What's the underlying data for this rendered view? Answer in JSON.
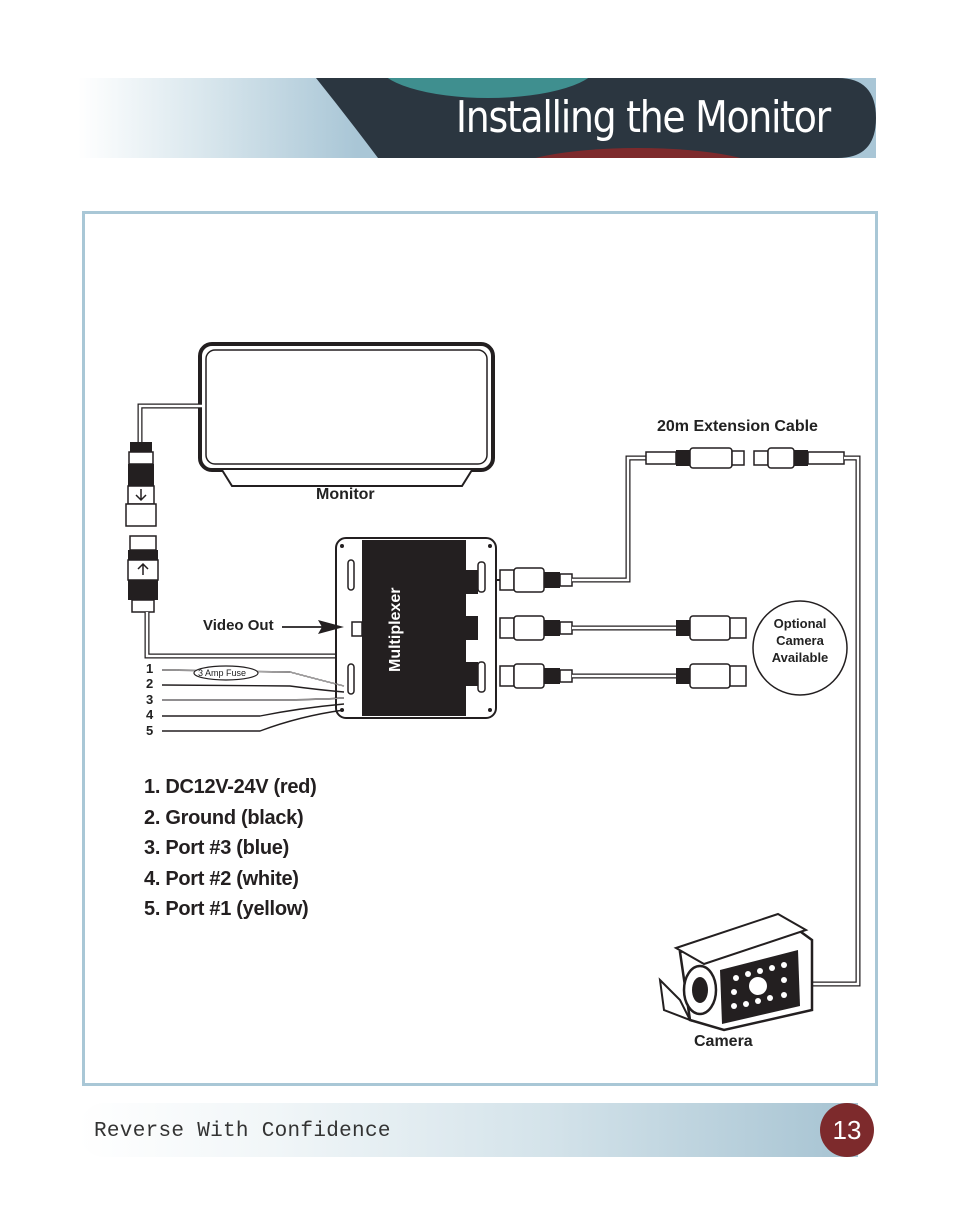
{
  "header": {
    "title": "Installing the Monitor"
  },
  "diagram": {
    "monitor_label": "Monitor",
    "multiplexer_label": "Multiplexer",
    "video_out_label": "Video Out",
    "extension_cable_label": "20m Extension Cable",
    "fuse_label": "3 Amp Fuse",
    "optional_camera_lines": [
      "Optional",
      "Camera",
      "Available"
    ],
    "camera_label": "Camera",
    "wire_numbers": [
      "1",
      "2",
      "3",
      "4",
      "5"
    ]
  },
  "legend": {
    "items": [
      "1. DC12V-24V (red)",
      "2. Ground (black)",
      "3. Port #3 (blue)",
      "4. Port #2 (white)",
      "5. Port #1 (yellow)"
    ]
  },
  "footer": {
    "tagline": "Reverse With Confidence",
    "page_number": "13"
  },
  "colors": {
    "frame": "#a9c7d6",
    "header_dark": "#2b3640",
    "header_teal": "#3f8f8f",
    "accent_red": "#7d2a2c"
  }
}
